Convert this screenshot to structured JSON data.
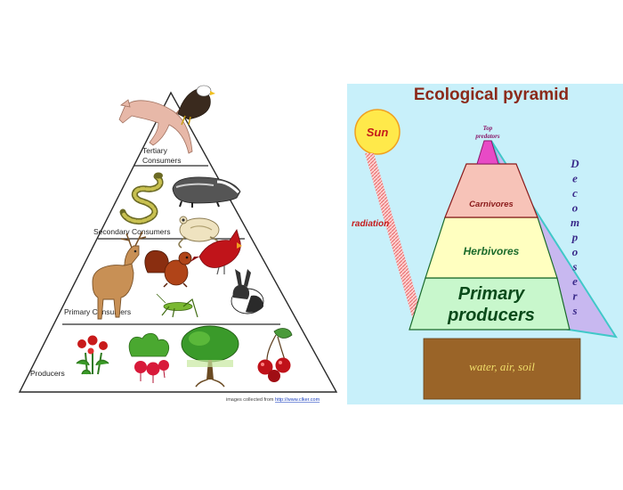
{
  "left_pyramid": {
    "tiers": [
      {
        "label_lines": [
          "Tertiary",
          "Consumers"
        ]
      },
      {
        "label": "Secondary Consumers"
      },
      {
        "label": "Primary Consumers"
      },
      {
        "label": "Producers"
      }
    ],
    "credit_prefix": "images collected from ",
    "credit_link": "http://www.clker.com",
    "icons": [
      "cougar-icon",
      "eagle-icon",
      "snake-icon",
      "badger-icon",
      "frog-icon",
      "cardinal-icon",
      "deer-icon",
      "squirrel-icon",
      "grasshopper-icon",
      "rabbit-icon",
      "flower-plant-icon",
      "radish-icon",
      "tree-icon",
      "cherries-icon"
    ]
  },
  "right_pyramid": {
    "title": "Ecological pyramid",
    "sun": "Sun",
    "radiation": "radiation",
    "levels": {
      "top": [
        "Top",
        "predators"
      ],
      "carnivores": "Carnivores",
      "herbivores": "Herbivores",
      "producers": [
        "Primary",
        "producers"
      ]
    },
    "decomposers_letters": [
      "D",
      "e",
      "c",
      "o",
      "m",
      "p",
      "o",
      "s",
      "e",
      "r",
      "s"
    ],
    "base": "water, air, soil",
    "colors": {
      "panel_bg": "#c8f0fa",
      "title": "#8b2a1a",
      "sun": "#ffe94a",
      "top": "#e84ac6",
      "carnivores": "#f7c3b8",
      "herbivores": "#ffffc0",
      "producers": "#c8f7cc",
      "decomposers": "#c8b8f0",
      "base": "#9a6428",
      "base_text": "#f0dd6a"
    }
  }
}
